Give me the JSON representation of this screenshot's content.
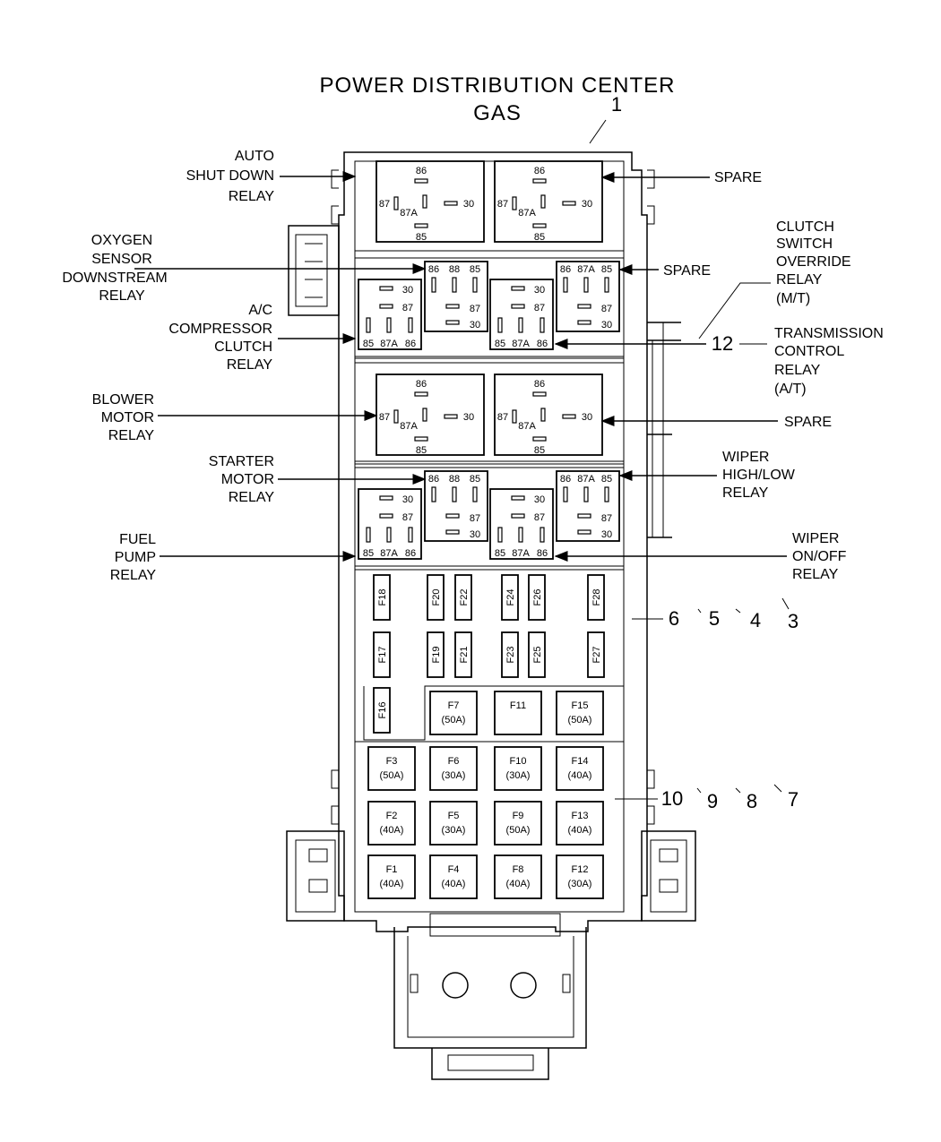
{
  "title": {
    "line1": "POWER DISTRIBUTION CENTER",
    "line2": "GAS"
  },
  "callouts": {
    "n1": "1",
    "n12": "12",
    "n6": "6",
    "n5": "5",
    "n4": "4",
    "n3": "3",
    "n10": "10",
    "n9": "9",
    "n8": "8",
    "n7": "7"
  },
  "labels": {
    "asd": [
      "AUTO",
      "SHUT  DOWN",
      "RELAY"
    ],
    "spare_top": "SPARE",
    "o2": [
      "OXYGEN",
      "SENSOR",
      "DOWNSTREAM",
      "RELAY"
    ],
    "spare_mid": "SPARE",
    "clutch": [
      "CLUTCH",
      "SWITCH",
      "OVERRIDE",
      "RELAY",
      "(M/T)"
    ],
    "ac": [
      "A/C",
      "COMPRESSOR",
      "CLUTCH",
      "RELAY"
    ],
    "tcr": [
      "TRANSMISSION",
      "CONTROL",
      "RELAY",
      "(A/T)"
    ],
    "blower": [
      "BLOWER",
      "MOTOR",
      "RELAY"
    ],
    "spare_low": "SPARE",
    "starter": [
      "STARTER",
      "MOTOR",
      "RELAY"
    ],
    "wiper_hl": [
      "WIPER",
      "HIGH/LOW",
      "RELAY"
    ],
    "fuel": [
      "FUEL",
      "PUMP",
      "RELAY"
    ],
    "wiper_oo": [
      "WIPER",
      "ON/OFF",
      "RELAY"
    ]
  },
  "relay_pins": {
    "p86": "86",
    "p85": "85",
    "p87": "87",
    "p87a": "87A",
    "p30": "30",
    "p88": "88"
  },
  "mini_fuses": [
    "F18",
    "F20",
    "F22",
    "F24",
    "F26",
    "F28",
    "F17",
    "F19",
    "F21",
    "F23",
    "F25",
    "F27",
    "F16"
  ],
  "maxi_fuses": [
    {
      "id": "F7",
      "amp": "(50A)"
    },
    {
      "id": "F11",
      "amp": ""
    },
    {
      "id": "F15",
      "amp": "(50A)"
    },
    {
      "id": "F3",
      "amp": "(50A)"
    },
    {
      "id": "F6",
      "amp": "(30A)"
    },
    {
      "id": "F10",
      "amp": "(30A)"
    },
    {
      "id": "F14",
      "amp": "(40A)"
    },
    {
      "id": "F2",
      "amp": "(40A)"
    },
    {
      "id": "F5",
      "amp": "(30A)"
    },
    {
      "id": "F9",
      "amp": "(50A)"
    },
    {
      "id": "F13",
      "amp": "(40A)"
    },
    {
      "id": "F1",
      "amp": "(40A)"
    },
    {
      "id": "F4",
      "amp": "(40A)"
    },
    {
      "id": "F8",
      "amp": "(40A)"
    },
    {
      "id": "F12",
      "amp": "(30A)"
    }
  ]
}
